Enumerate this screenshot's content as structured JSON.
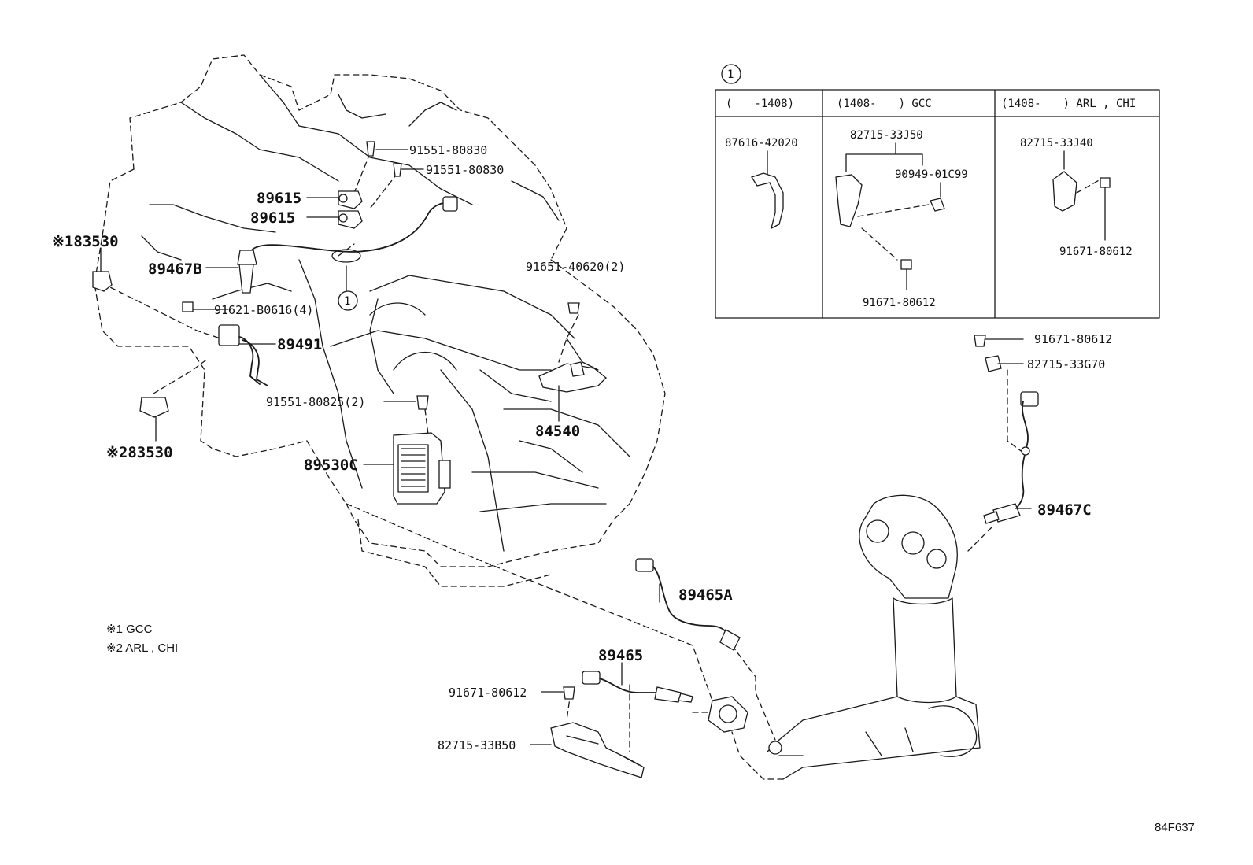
{
  "callout": "1",
  "table": {
    "headers": [
      "(　　-1408)",
      "(1408-　　) GCC",
      "(1408-　　) ARL , CHI"
    ],
    "col1": {
      "part": "87616-42020"
    },
    "col2": {
      "part_a": "82715-33J50",
      "part_b": "90949-01C99",
      "part_c": "91671-80612"
    },
    "col3": {
      "part_a": "82715-33J40",
      "part_b": "91671-80612"
    }
  },
  "labels": {
    "p91551_80830_a": "91551-80830",
    "p91551_80830_b": "91551-80830",
    "p89615_a": "89615",
    "p89615_b": "89615",
    "p83530_1": "※183530",
    "p89467b": "89467B",
    "p91651": "91651-40620(2)",
    "p91621": "91621-B0616(4)",
    "p89491": "89491",
    "p91551_80825": "91551-80825(2)",
    "p84540": "84540",
    "p83530_2": "※283530",
    "p89530c": "89530C",
    "p91671_right": "91671-80612",
    "p82715_33g70": "82715-33G70",
    "p89467c": "89467C",
    "p89465a": "89465A",
    "p89465": "89465",
    "p91671_bottom": "91671-80612",
    "p82715_33b50": "82715-33B50"
  },
  "notes": {
    "n1": "※1 GCC",
    "n2": "※2 ARL , CHI"
  },
  "figure_code": "84F637"
}
